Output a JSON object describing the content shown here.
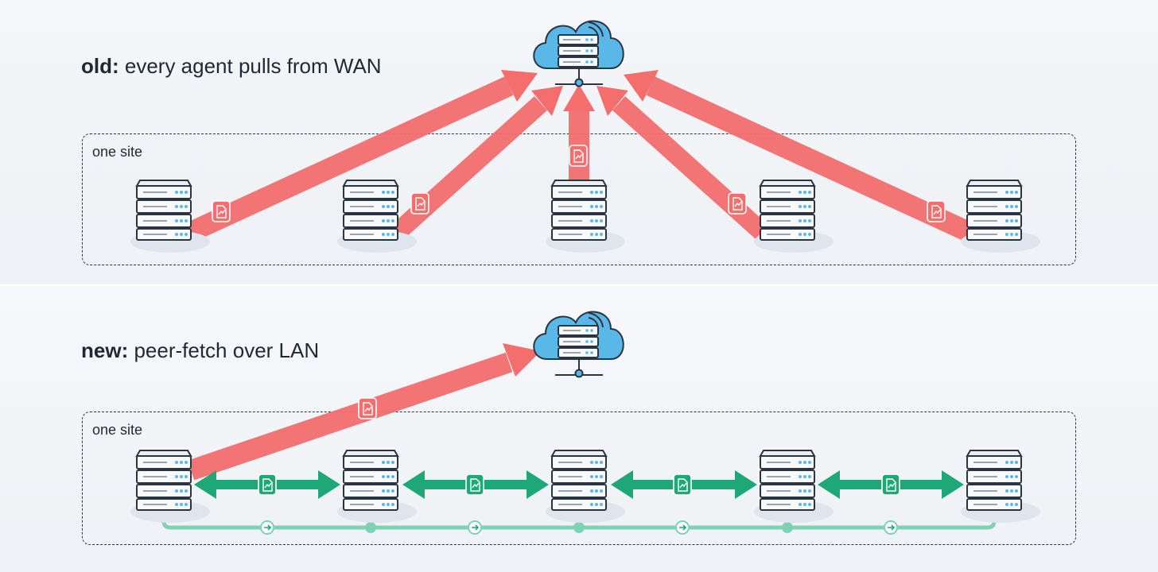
{
  "old": {
    "heading_bold": "old:",
    "heading_text": " every agent pulls from WAN",
    "site_label": "one site"
  },
  "new": {
    "heading_bold": "new:",
    "heading_text": " peer-fetch over LAN",
    "site_label": "one site"
  },
  "colors": {
    "wan_arrow": "#f46e6e",
    "lan_arrow": "#1fa877",
    "lan_bus": "#7fd3b4",
    "cloud": "#5ab8e8",
    "server_outline": "#2b3441"
  },
  "icons": [
    "cloud-server-icon",
    "server-icon",
    "document-chart-icon",
    "right-arrow-icon"
  ]
}
